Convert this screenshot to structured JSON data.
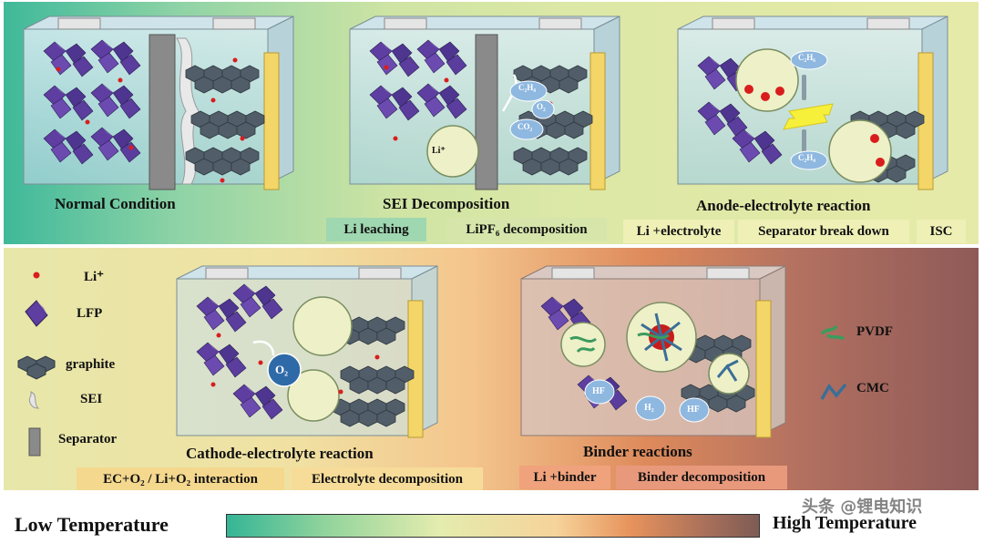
{
  "top": {
    "titles": {
      "normal": "Normal  Condition",
      "sei": "SEI Decomposition",
      "anode": "Anode-electrolyte reaction"
    },
    "chips": [
      {
        "text": "Li leaching",
        "color": "#9fd7b0"
      },
      {
        "text": "LiPF₆ decomposition",
        "color": "#d6e6ab"
      },
      {
        "text": "Li +electrolyte",
        "color": "#eef0b6"
      },
      {
        "text": "Separator  break down",
        "color": "#eef0b6"
      },
      {
        "text": "ISC",
        "color": "#eef0b6"
      }
    ],
    "gas_labels": {
      "c2h4": "C₂H₄",
      "o2": "O₂",
      "co2": "CO₂",
      "c2h6": "C₂H₆",
      "c2h4b": "C₂H₄"
    },
    "lipf6_text": "Li⁺"
  },
  "bottom": {
    "titles": {
      "cathode": "Cathode-electrolyte reaction",
      "binder": "Binder reactions"
    },
    "chips": [
      {
        "text": "EC+O₂ / Li+O₂ interaction",
        "color": "#f4d88e"
      },
      {
        "text": "Electrolyte decomposition",
        "color": "#f6dc98"
      },
      {
        "text": "Li +binder",
        "color": "#efa27c"
      },
      {
        "text": "Binder decomposition",
        "color": "#e8997c"
      }
    ],
    "bubble_labels": {
      "o2": "O₂",
      "hf1": "HF",
      "h2": "H₂",
      "hf2": "HF"
    },
    "legend": [
      "Li⁺",
      "LFP",
      "graphite",
      "SEI",
      "Separator"
    ],
    "binder_legend": [
      "PVDF",
      "CMC"
    ],
    "colors": {
      "pvdf": "#3c9b5e",
      "cmc": "#3a6f96",
      "lfp": "#6a4aa8",
      "li": "#d91d1d",
      "graphite": "#4f5b66"
    }
  },
  "temperature": {
    "low": "Low Temperature",
    "high": "High Temperature"
  },
  "watermark": "头条 @锂电知识"
}
